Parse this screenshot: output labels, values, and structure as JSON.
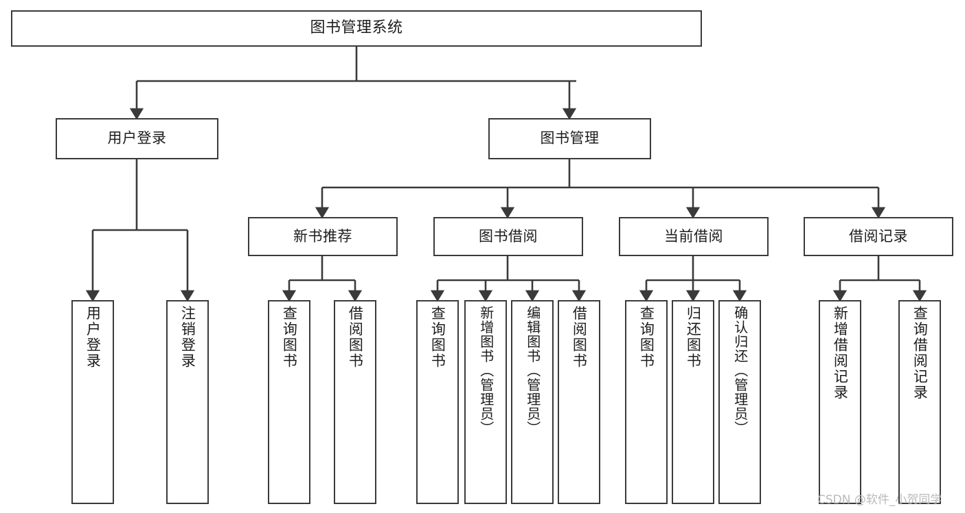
{
  "diagram": {
    "title": "图书管理系统",
    "type": "tree",
    "orientation": "top-down",
    "colors": {
      "box_border": "#3a3a3a",
      "box_fill": "#ffffff",
      "connector": "#3a3a3a",
      "text": "#1c1c1c",
      "watermark": "#b9b9b9",
      "background": "#ffffff"
    },
    "root": {
      "label": "图书管理系统"
    },
    "level2": [
      {
        "label": "用户登录"
      },
      {
        "label": "图书管理"
      }
    ],
    "level3": [
      {
        "label": "新书推荐"
      },
      {
        "label": "图书借阅"
      },
      {
        "label": "当前借阅"
      },
      {
        "label": "借阅记录"
      }
    ],
    "leaves": {
      "user_login": [
        {
          "label": "用户登录"
        },
        {
          "label": "注销登录"
        }
      ],
      "new_book_recommend": [
        {
          "label": "查询图书"
        },
        {
          "label": "借阅图书"
        }
      ],
      "book_borrow": [
        {
          "label": "查询图书"
        },
        {
          "label": "新增图书（管理员）"
        },
        {
          "label": "编辑图书（管理员）"
        },
        {
          "label": "借阅图书"
        }
      ],
      "current_borrow": [
        {
          "label": "查询图书"
        },
        {
          "label": "归还图书"
        },
        {
          "label": "确认归还（管理员）"
        }
      ],
      "borrow_record": [
        {
          "label": "新增借阅记录"
        },
        {
          "label": "查询借阅记录"
        }
      ]
    }
  },
  "watermark": {
    "text": "CSDN @软件_小贺同学"
  }
}
